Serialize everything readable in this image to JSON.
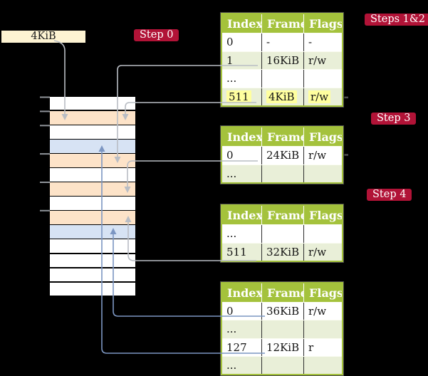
{
  "colors": {
    "background": "#000000",
    "badge_bg": "#b11337",
    "badge_text": "#ffffff",
    "header_bg": "#a4c23c",
    "header_text": "#ffffff",
    "row_white": "#ffffff",
    "row_green": "#e9efd8",
    "highlight_yellow": "#ffff9f",
    "frame_peach": "#fde3c8",
    "frame_blue": "#d7e3f4",
    "frame_white": "#ffffff",
    "root_box_bg": "#fdf3d2",
    "line_gray": "#b9bdc4",
    "line_blue": "#7c96c2"
  },
  "root_pointer": {
    "label": "4KiB"
  },
  "badges": {
    "step0": "Step 0",
    "steps12": "Steps 1&2",
    "step3": "Step 3",
    "step4": "Step 4"
  },
  "memory_stack": {
    "rows": [
      {
        "color": "white"
      },
      {
        "color": "peach"
      },
      {
        "color": "white"
      },
      {
        "color": "blue"
      },
      {
        "color": "peach"
      },
      {
        "color": "white"
      },
      {
        "color": "peach"
      },
      {
        "color": "white"
      },
      {
        "color": "peach"
      },
      {
        "color": "blue"
      },
      {
        "color": "white"
      },
      {
        "color": "white"
      },
      {
        "color": "white"
      },
      {
        "color": "white"
      }
    ]
  },
  "page_tables": [
    {
      "name": "page-table-steps-1-2",
      "headers": [
        "Index",
        "Frame",
        "Flags"
      ],
      "rows": [
        {
          "cells": [
            "0",
            "-",
            "-"
          ],
          "shaded": false,
          "highlight": false,
          "right_dash": false
        },
        {
          "cells": [
            "1",
            "16KiB",
            "r/w"
          ],
          "shaded": true,
          "highlight": false,
          "right_dash": false
        },
        {
          "cells": [
            "...",
            "",
            ""
          ],
          "shaded": false,
          "highlight": false,
          "right_dash": false
        },
        {
          "cells": [
            "511",
            "4KiB",
            "r/w"
          ],
          "shaded": true,
          "highlight": true,
          "right_dash": true
        }
      ]
    },
    {
      "name": "page-table-step-3",
      "headers": [
        "Index",
        "Frame",
        "Flags"
      ],
      "rows": [
        {
          "cells": [
            "0",
            "24KiB",
            "r/w"
          ],
          "shaded": false,
          "highlight": false,
          "right_dash": true
        },
        {
          "cells": [
            "...",
            "",
            ""
          ],
          "shaded": true,
          "highlight": false,
          "right_dash": false
        }
      ]
    },
    {
      "name": "page-table-step-4-upper",
      "headers": [
        "Index",
        "Frame",
        "Flags"
      ],
      "rows": [
        {
          "cells": [
            "...",
            "",
            ""
          ],
          "shaded": false,
          "highlight": false,
          "right_dash": false
        },
        {
          "cells": [
            "511",
            "32KiB",
            "r/w"
          ],
          "shaded": true,
          "highlight": false,
          "right_dash": false
        }
      ]
    },
    {
      "name": "page-table-step-4-lower",
      "headers": [
        "Index",
        "Frame",
        "Flags"
      ],
      "rows": [
        {
          "cells": [
            "0",
            "36KiB",
            "r/w"
          ],
          "shaded": false,
          "highlight": false,
          "right_dash": false
        },
        {
          "cells": [
            "...",
            "",
            ""
          ],
          "shaded": true,
          "highlight": false,
          "right_dash": false
        },
        {
          "cells": [
            "127",
            "12KiB",
            "r"
          ],
          "shaded": false,
          "highlight": false,
          "right_dash": false
        },
        {
          "cells": [
            "...",
            "",
            ""
          ],
          "shaded": true,
          "highlight": false,
          "right_dash": false
        }
      ]
    }
  ],
  "connectors": [
    {
      "id": "root-box-to-frame-4kib",
      "color": "gray",
      "from": "root-pointer-box",
      "to": "memory-row-2-peach"
    },
    {
      "id": "t1-entry-1-to-frame-16kib",
      "color": "gray",
      "from": "table1-entry-1-16kib",
      "to": "memory-row-5-peach"
    },
    {
      "id": "t1-entry-511-to-frame-4kib",
      "color": "gray",
      "from": "table1-entry-511-4kib",
      "to": "memory-row-2-peach"
    },
    {
      "id": "t2-entry-0-to-frame-24kib",
      "color": "gray",
      "from": "table2-entry-0-24kib",
      "to": "memory-row-7-peach"
    },
    {
      "id": "t3-entry-511-to-frame-32kib",
      "color": "gray",
      "from": "table3-entry-511-32kib",
      "to": "memory-row-9-peach"
    },
    {
      "id": "t4-entry-0-to-frame-36kib",
      "color": "blue",
      "from": "table4-entry-0-36kib",
      "to": "memory-row-10-blue"
    },
    {
      "id": "t4-entry-127-to-frame-12kib",
      "color": "blue",
      "from": "table4-entry-127-12kib",
      "to": "memory-row-4-blue"
    }
  ]
}
